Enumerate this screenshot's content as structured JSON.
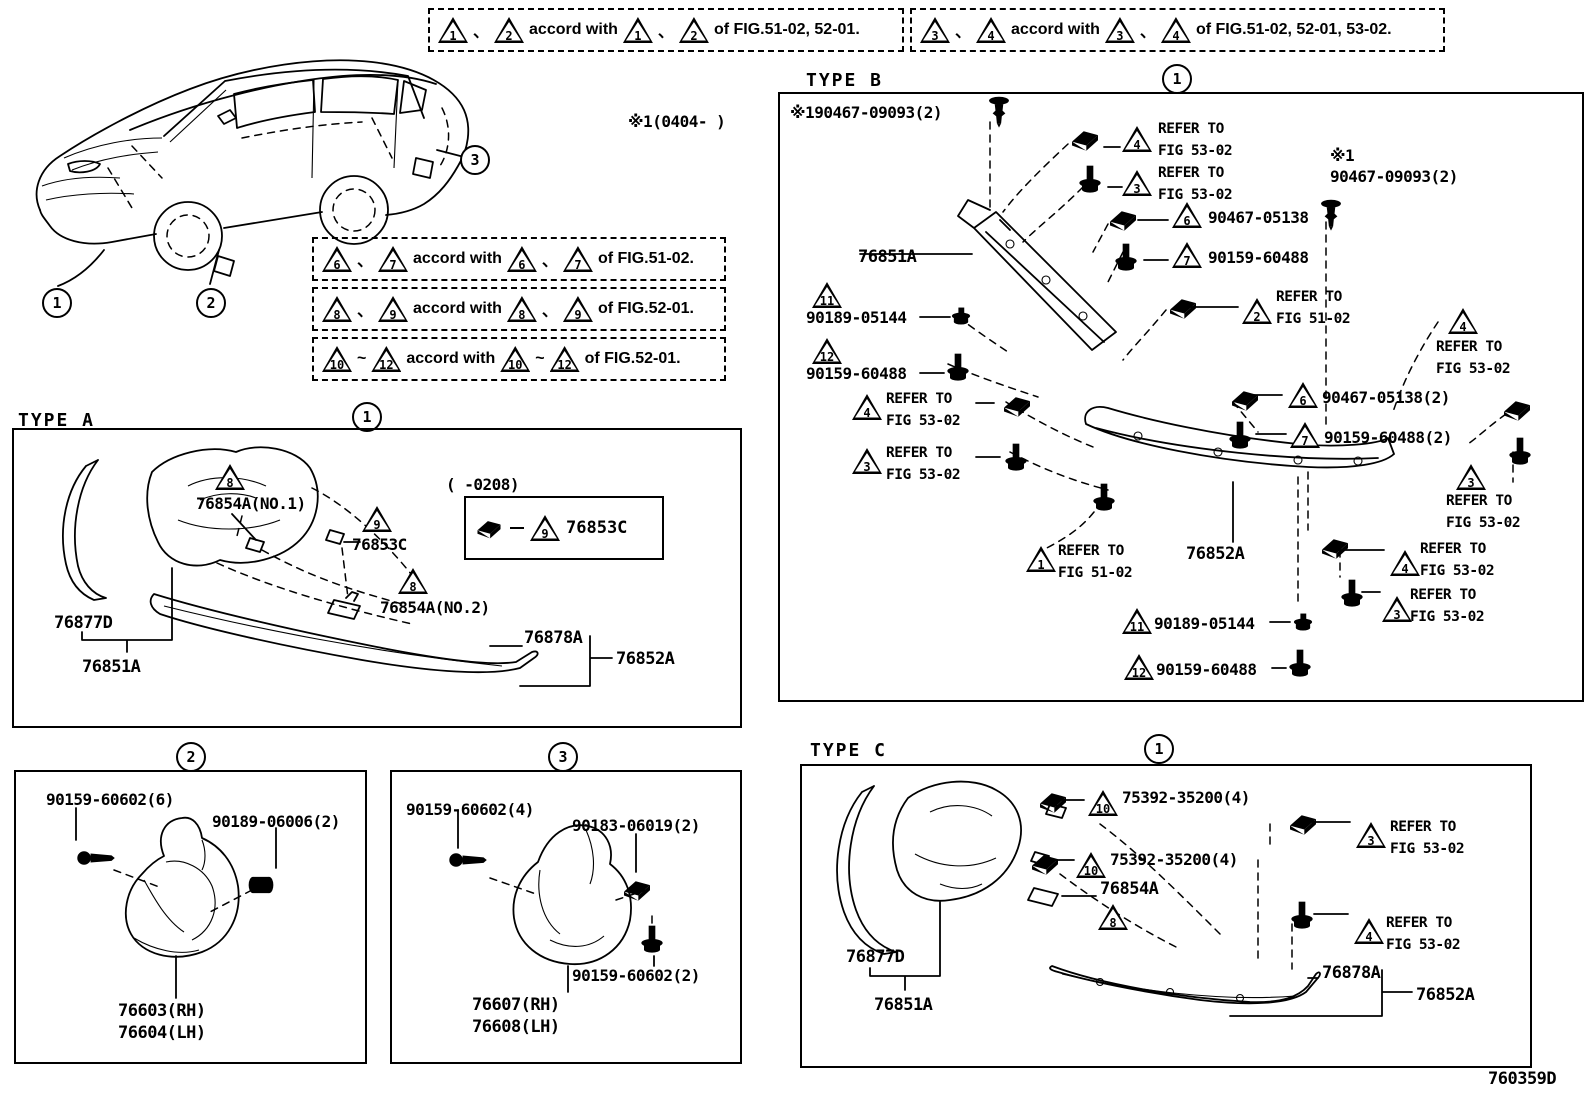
{
  "page": {
    "figure_code": "760359D",
    "note": "※1(0404-    )"
  },
  "legends": [
    {
      "a": "1",
      "b": "2",
      "c": "1",
      "d": "2",
      "sep": "、",
      "mid": "accord with",
      "tail": "of FIG.51-02, 52-01."
    },
    {
      "a": "3",
      "b": "4",
      "c": "3",
      "d": "4",
      "sep": "、",
      "mid": "accord with",
      "tail": "of FIG.51-02, 52-01, 53-02."
    },
    {
      "a": "6",
      "b": "7",
      "c": "6",
      "d": "7",
      "sep": "、",
      "mid": "accord with",
      "tail": "of FIG.51-02."
    },
    {
      "a": "8",
      "b": "9",
      "c": "8",
      "d": "9",
      "sep": "、",
      "mid": "accord with",
      "tail": "of FIG.52-01."
    },
    {
      "a": "10",
      "b": "12",
      "c": "10",
      "d": "12",
      "sep": "~",
      "mid": "accord with",
      "tail": "of FIG.52-01."
    }
  ],
  "car": {
    "callout1": "1",
    "callout2": "2",
    "callout3": "3"
  },
  "type_a": {
    "title": "TYPE A",
    "circle": "1",
    "tri_76854a_no1": "8",
    "l_76854a_no1": "76854A(NO.1)",
    "tri_76853c": "9",
    "l_76853c": "76853C",
    "inset_range": "(    -0208)",
    "inset_tri": "9",
    "inset_part": "76853C",
    "l_76877d": "76877D",
    "l_76851a": "76851A",
    "tri_76854a_no2": "8",
    "l_76854a_no2": "76854A(NO.2)",
    "l_76878a": "76878A",
    "l_76852a": "76852A"
  },
  "type_b": {
    "title": "TYPE B",
    "circle": "1",
    "l_clip_top": "※190467-09093(2)",
    "c_ref4_top": {
      "tri": "4",
      "text": "REFER TO\nFIG 53-02"
    },
    "c_ref3_top": {
      "tri": "3",
      "text": "REFER TO\nFIG 53-02"
    },
    "c_90467_05138": {
      "tri": "6",
      "text": "90467-05138"
    },
    "c_90159_60488": {
      "tri": "7",
      "text": "90159-60488"
    },
    "l_76851a": "76851A",
    "l_clip_right": "※1\n90467-09093(2)",
    "c_90189_05144_l": {
      "tri": "11",
      "text": "90189-05144"
    },
    "c_ref2": {
      "tri": "2",
      "text": "REFER TO\nFIG 51-02"
    },
    "c_90159_60488_l": {
      "tri": "12",
      "text": "90159-60488"
    },
    "c_ref4_right": {
      "tri": "4",
      "text": "REFER TO\nFIG 53-02"
    },
    "c_ref4_mid": {
      "tri": "4",
      "text": "REFER TO\nFIG 53-02"
    },
    "c_90467_05138_2": {
      "tri": "6",
      "text": "90467-05138(2)"
    },
    "c_90159_60488_2": {
      "tri": "7",
      "text": "90159-60488(2)"
    },
    "c_ref3_mid": {
      "tri": "3",
      "text": "REFER TO\nFIG 53-02"
    },
    "c_ref3_right": {
      "tri": "3",
      "text": "REFER TO\nFIG 53-02"
    },
    "c_ref1": {
      "tri": "1",
      "text": "REFER TO\nFIG 51-02"
    },
    "l_76852a": "76852A",
    "c_ref4_bot": {
      "tri": "4",
      "text": "REFER TO\nFIG 53-02"
    },
    "c_ref3_bot": {
      "tri": "3",
      "text": "REFER TO\nFIG 53-02"
    },
    "c_90189_05144_b": {
      "tri": "11",
      "text": "90189-05144"
    },
    "c_90159_60488_b": {
      "tri": "12",
      "text": "90159-60488"
    }
  },
  "box2": {
    "circle": "2",
    "l_screws": "90159-60602(6)",
    "l_grommet": "90189-06006(2)",
    "l_rh": "76603(RH)",
    "l_lh": "76604(LH)"
  },
  "box3": {
    "circle": "3",
    "l_screws": "90159-60602(4)",
    "l_clip": "90183-06019(2)",
    "l_screws2": "90159-60602(2)",
    "l_rh": "76607(RH)",
    "l_lh": "76608(LH)"
  },
  "type_c": {
    "title": "TYPE C",
    "circle": "1",
    "c_75392_a": {
      "tri": "10",
      "text": "75392-35200(4)"
    },
    "c_75392_b": {
      "tri": "10",
      "text": "75392-35200(4)"
    },
    "l_76854a": "76854A",
    "tri_8": "8",
    "c_ref3": {
      "tri": "3",
      "text": "REFER TO\nFIG 53-02"
    },
    "c_ref4": {
      "tri": "4",
      "text": "REFER TO\nFIG 53-02"
    },
    "l_76877d": "76877D",
    "l_76851a": "76851A",
    "l_76878a": "76878A",
    "l_76852a": "76852A"
  }
}
